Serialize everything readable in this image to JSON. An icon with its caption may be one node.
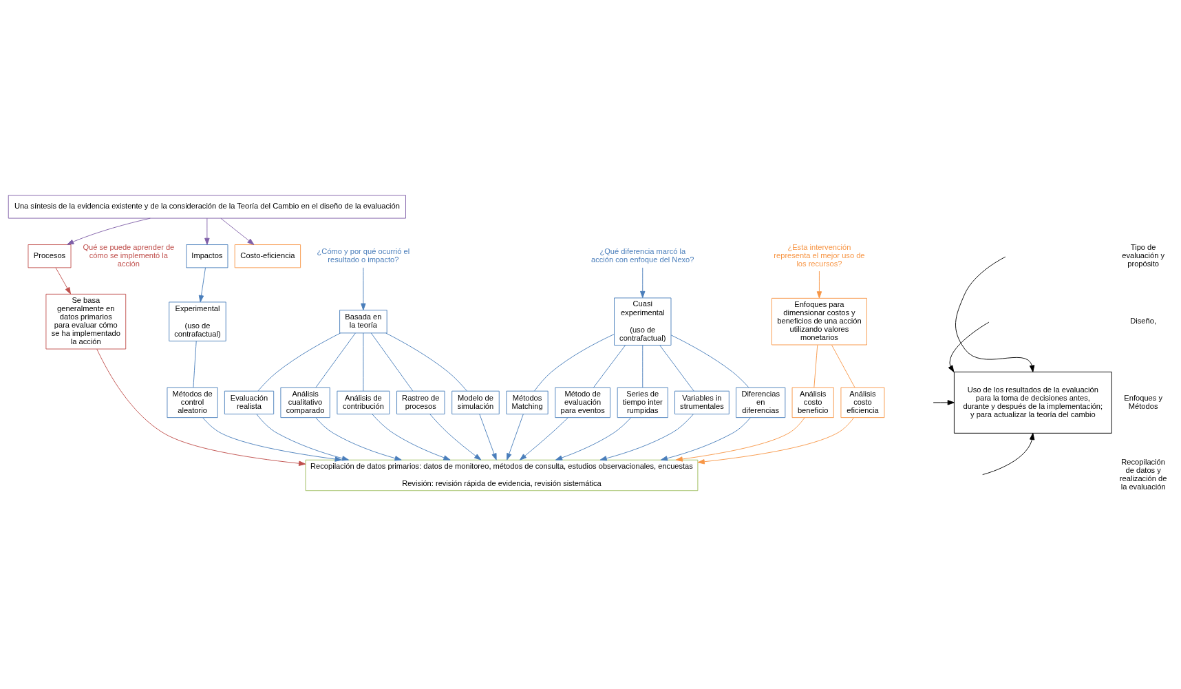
{
  "diagram": {
    "nodes": [
      {
        "text": [
          "Una síntesis de la evidencia existente y de la consideración de la Teoría del Cambio en el diseño de la evaluación"
        ]
      },
      {
        "text": [
          "Procesos"
        ],
        "beside": [
          "Qué se puede aprender de cómo se implementó la acción"
        ]
      },
      {
        "text": [
          "Impactos"
        ]
      },
      {
        "text": [
          "¿Cómo y por qué ocurrió el resultado o impacto?"
        ]
      },
      {
        "text": [
          "¿Qué diferencia marcó la acción con enfoque del Nexo?"
        ]
      },
      {
        "text": [
          "Costo-eficiencia"
        ]
      },
      {
        "text": [
          "¿Esta intervención representa el mejor uso de los recursos?"
        ]
      },
      {
        "text": [
          "Se basa generalmente en datos primarios para evaluar cómo se ha implementado la acción"
        ]
      },
      {
        "text": [
          "Basada en la teoría"
        ]
      },
      {
        "text": [
          "Experimental",
          "(uso de contrafactual)"
        ]
      },
      {
        "text": [
          "Cuasi experimental",
          "(uso de contrafactual)"
        ]
      },
      {
        "text": [
          "Enfoques para dimensionar costos y beneficios de una acción utilizando valores monetarios"
        ]
      },
      {
        "text": [
          "Evaluación realista"
        ]
      },
      {
        "text": [
          "Análisis cualitativo comparado"
        ]
      },
      {
        "text": [
          "Análisis de contribución"
        ]
      },
      {
        "text": [
          "Rastreo de procesos"
        ]
      },
      {
        "text": [
          "Modelo de simulación"
        ]
      },
      {
        "text": [
          "Métodos de control aleatorio"
        ]
      },
      {
        "text": [
          "Métodos Matching"
        ]
      },
      {
        "text": [
          "Método de evaluación para eventos"
        ]
      },
      {
        "text": [
          "Series de tiempo interrumpidas"
        ]
      },
      {
        "text": [
          "Variables instrumentales"
        ]
      },
      {
        "text": [
          "Diferencias en diferencias"
        ]
      },
      {
        "text": [
          "Análisis costo beneficio"
        ]
      },
      {
        "text": [
          "Análisis costo eficiencia"
        ]
      },
      {
        "text": [
          "Recopilación de datos primarios: datos de monitoreo, métodos de consulta, estudios observacionales, encuestas",
          "Revisión: revisión rápida de evidencia, revisión sistemática"
        ]
      },
      {
        "text": [
          "Uso de los resultados de la evaluación para la toma de decisiones antes, durante y después de la implementación; y para actualizar la teoría del cambio"
        ]
      }
    ],
    "edges": [
      {
        "from": 0,
        "to": 1,
        "arrow": "to",
        "color": "#7f5fa8"
      },
      {
        "from": 0,
        "to": 2,
        "arrow": "to",
        "color": "#7f5fa8"
      },
      {
        "from": 0,
        "to": 5,
        "arrow": "to",
        "color": "#7f5fa8"
      },
      {
        "from": 1,
        "to": 7,
        "arrow": "to",
        "color": "#c0504d"
      },
      {
        "from": 3,
        "to": 8,
        "arrow": "to"
      },
      {
        "from": 2,
        "to": 9,
        "arrow": "to"
      },
      {
        "from": 4,
        "to": 10,
        "arrow": "to"
      },
      {
        "from": 6,
        "to": 11,
        "arrow": "to",
        "color": "#f79646"
      },
      {
        "from": 8,
        "to": 12,
        "arrow": "none"
      },
      {
        "from": 8,
        "to": 13,
        "arrow": "none"
      },
      {
        "from": 8,
        "to": 14,
        "arrow": "none"
      },
      {
        "from": 8,
        "to": 15,
        "arrow": "none"
      },
      {
        "from": 8,
        "to": 16,
        "arrow": "none"
      },
      {
        "from": 9,
        "to": 17,
        "arrow": "none"
      },
      {
        "from": 10,
        "to": 18,
        "arrow": "none"
      },
      {
        "from": 10,
        "to": 19,
        "arrow": "none"
      },
      {
        "from": 10,
        "to": 20,
        "arrow": "none"
      },
      {
        "from": 10,
        "to": 21,
        "arrow": "none"
      },
      {
        "from": 10,
        "to": 22,
        "arrow": "none"
      },
      {
        "from": 11,
        "to": 23,
        "arrow": "none",
        "color": "#f79646"
      },
      {
        "from": 11,
        "to": 24,
        "arrow": "none",
        "color": "#f79646"
      },
      {
        "from": 7,
        "to": 25,
        "arrow": "to",
        "color": "#c0504d"
      },
      {
        "from": 12,
        "to": 25,
        "arrow": "to"
      },
      {
        "from": 13,
        "to": 25,
        "arrow": "to"
      },
      {
        "from": 14,
        "to": 25,
        "arrow": "to"
      },
      {
        "from": 15,
        "to": 25,
        "arrow": "to"
      },
      {
        "from": 16,
        "to": 25,
        "arrow": "to"
      },
      {
        "from": 17,
        "to": 25,
        "arrow": "to"
      },
      {
        "from": 18,
        "to": 25,
        "arrow": "to"
      },
      {
        "from": 19,
        "to": 25,
        "arrow": "to"
      },
      {
        "from": 20,
        "to": 25,
        "arrow": "to"
      },
      {
        "from": 21,
        "to": 25,
        "arrow": "to"
      },
      {
        "from": 22,
        "to": 25,
        "arrow": "to"
      },
      {
        "from": 23,
        "to": 25,
        "arrow": "to",
        "color": "#f79646"
      },
      {
        "from": 24,
        "to": 25,
        "arrow": "to",
        "color": "#f79646"
      },
      {
        "from": null,
        "to": 26,
        "arrow": "to",
        "color": "#000000"
      },
      {
        "from": null,
        "to": 26,
        "arrow": "to",
        "color": "#000000"
      },
      {
        "from": null,
        "to": 26,
        "arrow": "to",
        "color": "#000000"
      },
      {
        "from": null,
        "to": 26,
        "arrow": "to",
        "color": "#000000"
      }
    ],
    "labels": [
      "Tipo de evaluación y propósito",
      "Diseño,",
      "Enfoques y Métodos",
      "Recopilación de datos y realización de la evaluación"
    ]
  }
}
